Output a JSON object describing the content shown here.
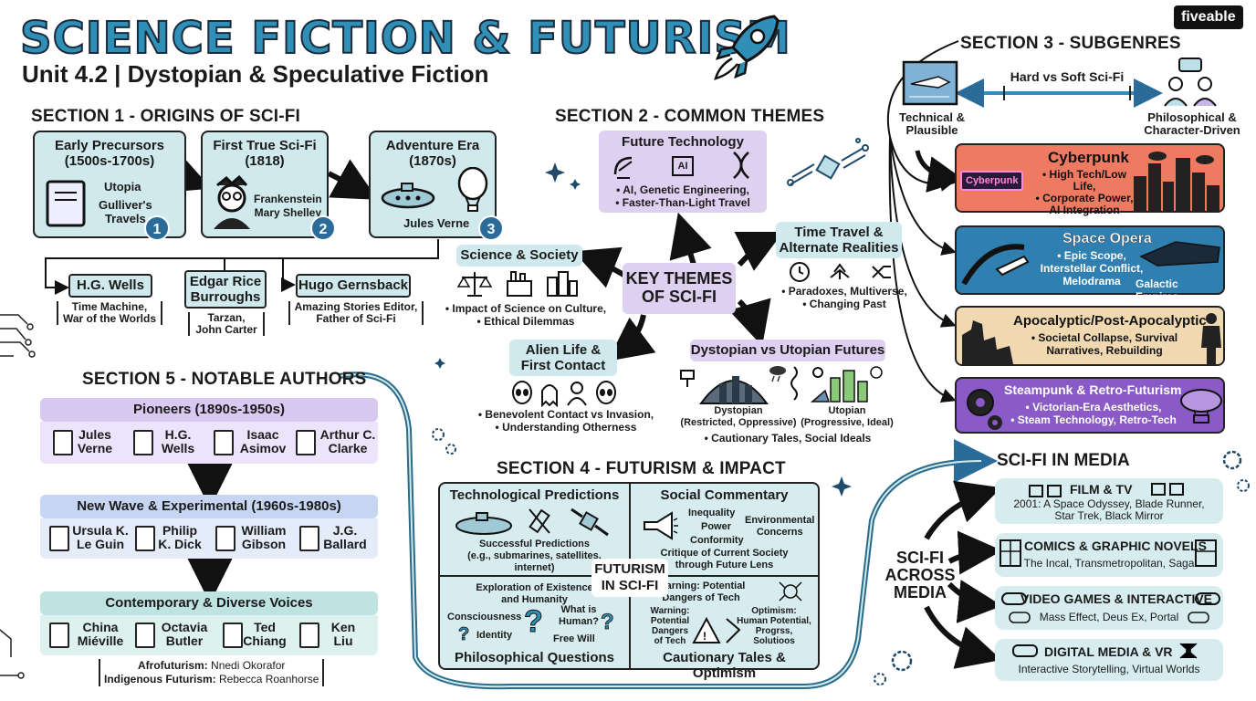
{
  "header": {
    "title": "SCIENCE FICTION & FUTURISM",
    "subtitle": "Unit 4.2 | Dystopian & Speculative Fiction",
    "brand": "fiveable"
  },
  "section1": {
    "heading": "SECTION 1 - ORIGINS OF SCI-FI",
    "cards": [
      {
        "title": "Early Precursors\n(1500s-1700s)",
        "items": [
          "Utopia",
          "Gulliver's\nTravels"
        ],
        "num": "1"
      },
      {
        "title": "First True Sci-Fi\n(1818)",
        "items": [
          "Frankenstein\nMary Shelley"
        ],
        "num": "2"
      },
      {
        "title": "Adventure Era\n(1870s)",
        "items": [
          "Jules Verne"
        ],
        "num": "3"
      }
    ],
    "branches": [
      {
        "name": "H.G. Wells",
        "desc": "Time Machine,\nWar of the Worlds"
      },
      {
        "name": "Edgar Rice\nBurroughs",
        "desc": "Tarzan,\nJohn Carter"
      },
      {
        "name": "Hugo Gernsback",
        "desc": "Amazing Stories Editor,\nFather of Sci-Fi"
      }
    ]
  },
  "section2": {
    "heading": "SECTION 2 - COMMON THEMES",
    "center": "KEY THEMES\nOF SCI-FI",
    "future_tech": {
      "title": "Future Technology",
      "desc": "• AI, Genetic Engineering,\n• Faster-Than-Light Travel",
      "ai": "AI"
    },
    "time_travel": {
      "title": "Time Travel &\nAlternate Realities",
      "desc": "• Paradoxes, Multiverse,\n• Changing Past"
    },
    "science_society": {
      "title": "Science & Society",
      "desc": "• Impact of Science on Culture,\n• Ethical Dilemmas"
    },
    "alien": {
      "title": "Alien Life &\nFirst Contact",
      "desc": "• Benevolent Contact vs Invasion,\n• Understanding Otherness"
    },
    "dystopian": {
      "title": "Dystopian vs Utopian Futures",
      "left": "Dystopian\n(Restricted, Oppressive)",
      "right": "Utopian\n(Progressive, Ideal)",
      "desc": "• Cautionary Tales, Social Ideals"
    }
  },
  "section3": {
    "heading": "SECTION 3 - SUBGENRES",
    "axis_label": "Hard vs Soft Sci-Fi",
    "left_label": "Technical &\nPlausible",
    "right_label": "Philosophical &\nCharacter-Driven",
    "cards": [
      {
        "title": "Cyberpunk",
        "desc": "• High Tech/Low Life,\n• Corporate Power,\nAI Integration",
        "sign": "Cyberpunk",
        "color": "#ef7a62"
      },
      {
        "title": "Space Opera",
        "desc": "• Epic Scope,\nInterstellar Conflict,\nMelodrama",
        "extra": "Galactic Empires",
        "color": "#2f7fb0"
      },
      {
        "title": "Apocalyptic/Post-Apocalyptic",
        "desc": "• Societal Collapse, Survival\nNarratives, Rebuilding",
        "color": "#f0d9b0"
      },
      {
        "title": "Steampunk & Retro-Futurism",
        "desc": "• Victorian-Era Aesthetics,\n• Steam Technology, Retro-Tech",
        "color": "#8a5bc6"
      }
    ]
  },
  "section4": {
    "heading": "SECTION 4 - FUTURISM & IMPACT",
    "center": "FUTURISM\nIN SCI-FI",
    "tech_pred": {
      "title": "Technological Predictions",
      "desc": "Successful Predictions\n(e.g., submarines, satellites,\ninternet)"
    },
    "social": {
      "title": "Social Commentary",
      "words": [
        "Inequality",
        "Power",
        "Conformity",
        "Environmental\nConcerns"
      ],
      "desc": "Critique of Current Society\nthrough Future Lens"
    },
    "philo": {
      "title": "Philosophical Questions",
      "top": "Exploration of Existence\nand Humanity",
      "words": [
        "Consciousness",
        "Identity",
        "What is\nHuman?",
        "Free Will"
      ]
    },
    "caution": {
      "title": "Cautionary Tales & Optimism",
      "top": "Warning: Potential\nDangers of Tech",
      "left": "Warning:\nPotential\nDangers\nof Tech",
      "right": "Optimism:\nHuman Potential,\nProgrss,\nSolutioos"
    }
  },
  "section5": {
    "heading": "SECTION 5 - NOTABLE AUTHORS",
    "groups": [
      {
        "title": "Pioneers (1890s-1950s)",
        "authors": [
          "Jules\nVerne",
          "H.G.\nWells",
          "Isaac\nAsimov",
          "Arthur C.\nClarke"
        ]
      },
      {
        "title": "New Wave & Experimental (1960s-1980s)",
        "authors": [
          "Ursula K.\nLe Guin",
          "Philip\nK. Dick",
          "William\nGibson",
          "J.G.\nBallard"
        ]
      },
      {
        "title": "Contemporary & Diverse Voices",
        "authors": [
          "China\nMiéville",
          "Octavia\nButler",
          "Ted\nChiang",
          "Ken\nLiu"
        ]
      }
    ],
    "notes": [
      {
        "label": "Afrofuturism:",
        "value": " Nnedi Okorafor"
      },
      {
        "label": "Indigenous Futurism:",
        "value": " Rebecca Roanhorse"
      }
    ]
  },
  "media": {
    "heading": "SCI-FI IN MEDIA",
    "center": "SCI-FI\nACROSS\nMEDIA",
    "items": [
      {
        "title": "FILM & TV",
        "desc": "2001: A Space Odyssey, Blade Runner,\nStar Trek, Black Mirror"
      },
      {
        "title": "COMICS & GRAPHIC NOVELS",
        "desc": "The Incal, Transmetropolitan, Saga"
      },
      {
        "title": "VIDEO GAMES & INTERACTIVE",
        "desc": "Mass Effect, Deus Ex, Portal"
      },
      {
        "title": "DIGITAL MEDIA & VR",
        "desc": "Interactive Storytelling, Virtual Worlds"
      }
    ]
  }
}
